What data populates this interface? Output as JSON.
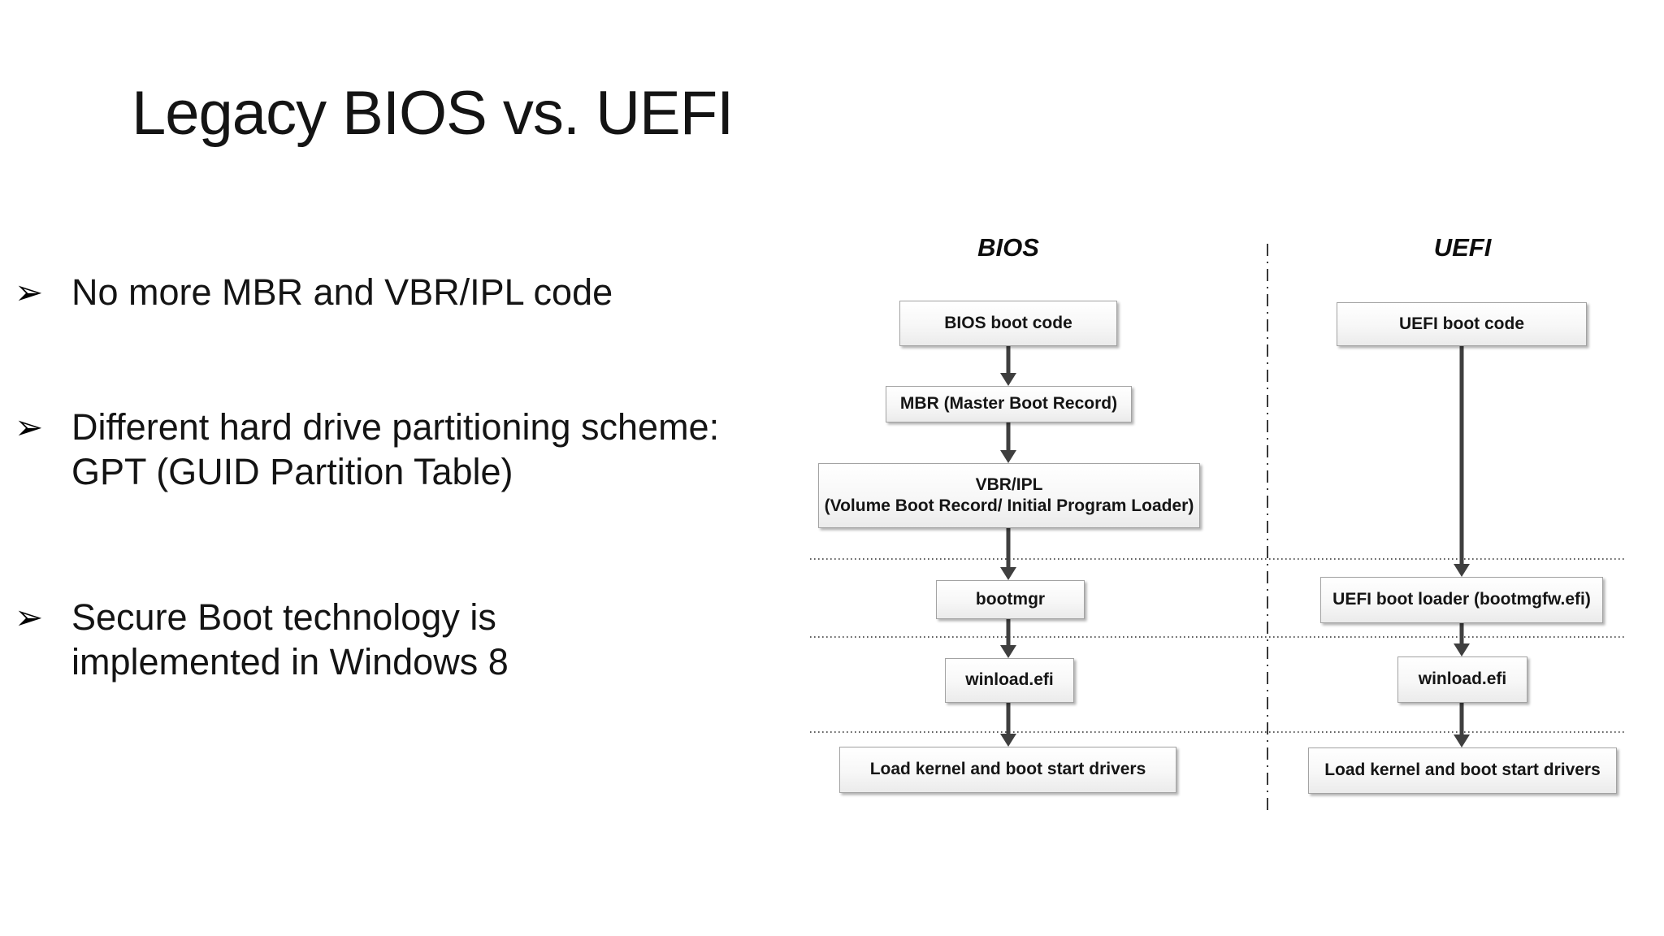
{
  "slide": {
    "title": "Legacy BIOS vs. UEFI",
    "bullets": [
      {
        "marker": "➢",
        "text": "No more MBR and VBR/IPL code"
      },
      {
        "marker": "➢",
        "text": "Different hard drive partitioning scheme: GPT (GUID Partition Table)"
      },
      {
        "marker": "➢",
        "text": "Secure Boot technology is implemented in Windows 8"
      }
    ]
  },
  "diagram": {
    "bios": {
      "header": "BIOS",
      "boxes": {
        "boot_code": "BIOS boot code",
        "mbr": "MBR (Master Boot Record)",
        "vbr_line1": "VBR/IPL",
        "vbr_line2": "(Volume Boot Record/ Initial Program Loader)",
        "bootmgr": "bootmgr",
        "winload": "winload.efi",
        "load_kernel": "Load kernel and boot start drivers"
      }
    },
    "uefi": {
      "header": "UEFI",
      "boxes": {
        "boot_code": "UEFI boot code",
        "boot_loader": "UEFI boot loader (bootmgfw.efi)",
        "winload": "winload.efi",
        "load_kernel": "Load kernel and boot start drivers"
      }
    },
    "colors": {
      "arrow": "#3f3f3f",
      "box_border": "#a3a3a3",
      "box_fill_top": "#ffffff",
      "box_fill_bottom": "#ebebeb",
      "separator": "#2b2b2b",
      "divider": "#3a3a3a",
      "text": "#141414"
    }
  }
}
